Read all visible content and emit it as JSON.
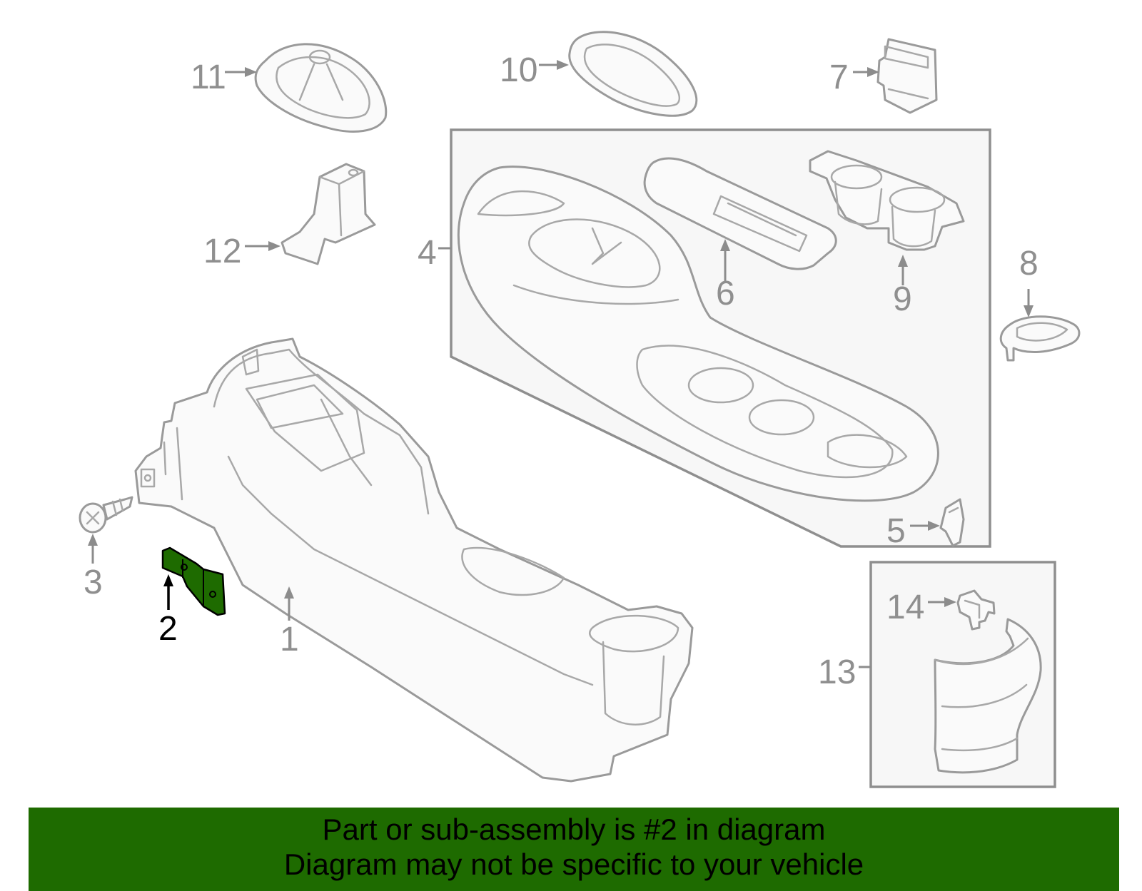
{
  "labels": {
    "p1": "1",
    "p2": "2",
    "p3": "3",
    "p4": "4",
    "p5": "5",
    "p6": "6",
    "p7": "7",
    "p8": "8",
    "p9": "9",
    "p10": "10",
    "p11": "11",
    "p12": "12",
    "p13": "13",
    "p14": "14"
  },
  "highlight": {
    "part": "2",
    "color": "#1e6b00"
  },
  "banner": {
    "line1": "Part or sub-assembly is #2 in diagram",
    "line2": "Diagram may not be specific to your vehicle",
    "background": "#1e6b00"
  }
}
